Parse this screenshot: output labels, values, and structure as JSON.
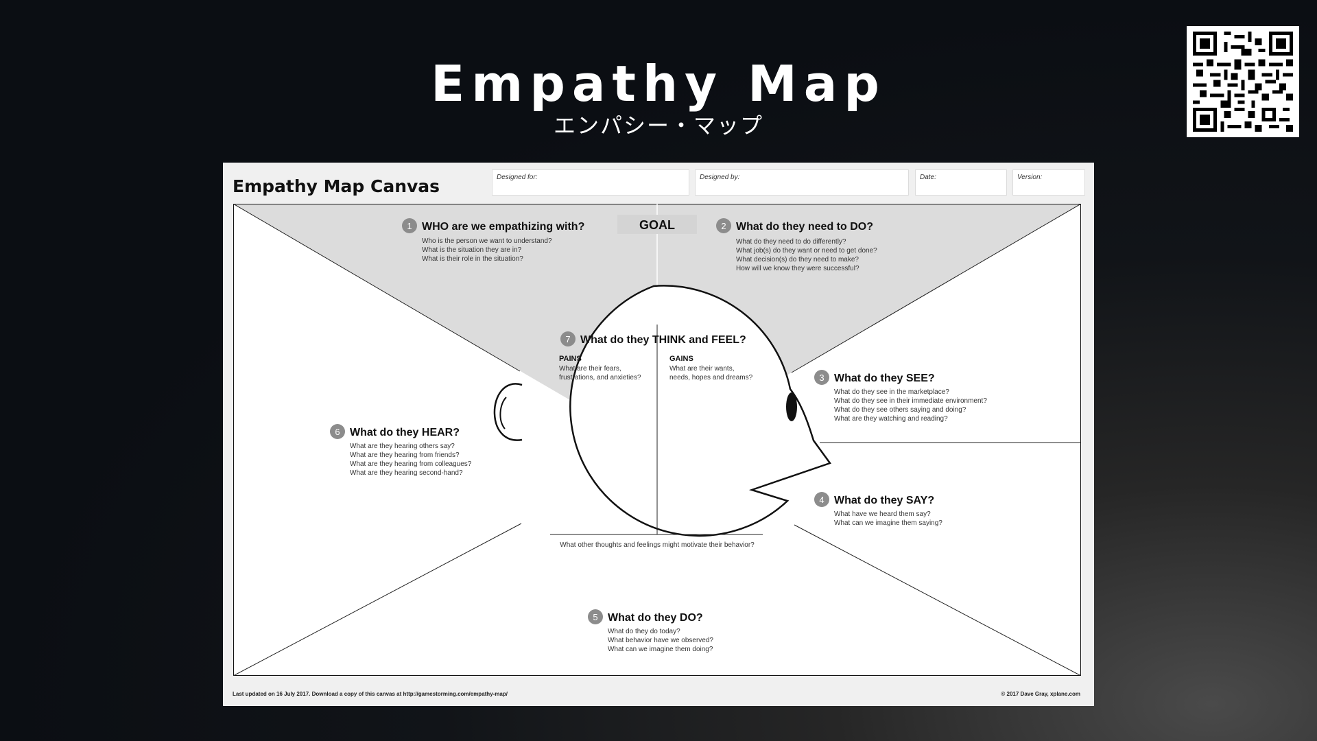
{
  "slide": {
    "title": "Empathy Map",
    "subtitle": "エンパシー・マップ"
  },
  "canvas": {
    "title": "Empathy Map Canvas",
    "fields": {
      "designed_for": "Designed for:",
      "designed_by": "Designed by:",
      "date": "Date:",
      "version": "Version:"
    },
    "goal_label": "GOAL",
    "sections": {
      "who": {
        "number": "1",
        "heading": "WHO are we empathizing with?",
        "lines": [
          "Who is the person we want to understand?",
          "What is the situation they are in?",
          "What is their role in the situation?"
        ]
      },
      "need": {
        "number": "2",
        "heading": "What do they need to DO?",
        "lines": [
          "What do they need to do differently?",
          "What job(s) do they want or need to get done?",
          "What decision(s) do they need to make?",
          "How will we know they were successful?"
        ]
      },
      "see": {
        "number": "3",
        "heading": "What do they SEE?",
        "lines": [
          "What do they see in the marketplace?",
          "What do they see in their immediate environment?",
          "What do they see others saying and doing?",
          "What are they watching and reading?"
        ]
      },
      "say": {
        "number": "4",
        "heading": "What do they SAY?",
        "lines": [
          "What have we heard them say?",
          "What can we imagine them saying?"
        ]
      },
      "do": {
        "number": "5",
        "heading": "What do they DO?",
        "lines": [
          "What do they do today?",
          "What behavior have we observed?",
          "What can we imagine them doing?"
        ]
      },
      "hear": {
        "number": "6",
        "heading": "What do they HEAR?",
        "lines": [
          "What are they hearing others say?",
          "What are they hearing from friends?",
          "What are they hearing from colleagues?",
          "What are they hearing second-hand?"
        ]
      },
      "think": {
        "number": "7",
        "heading": "What do they THINK and FEEL?",
        "pains_label": "PAINS",
        "pains_lines": [
          "What are their fears,",
          "frustrations, and anxieties?"
        ],
        "gains_label": "GAINS",
        "gains_lines": [
          "What are their wants,",
          "needs, hopes and dreams?"
        ],
        "bottom": "What other thoughts and feelings might motivate their behavior?"
      }
    },
    "footer_left": "Last updated on 16 July 2017. Download a copy of this canvas at http://gamestorming.com/empathy-map/",
    "footer_right": "© 2017 Dave Gray, xplane.com"
  },
  "colors": {
    "background": "#0b0e13",
    "sheet": "#f0f0f0",
    "goal_area": "#dcdcdc",
    "number_badge": "#8c8c8c"
  }
}
